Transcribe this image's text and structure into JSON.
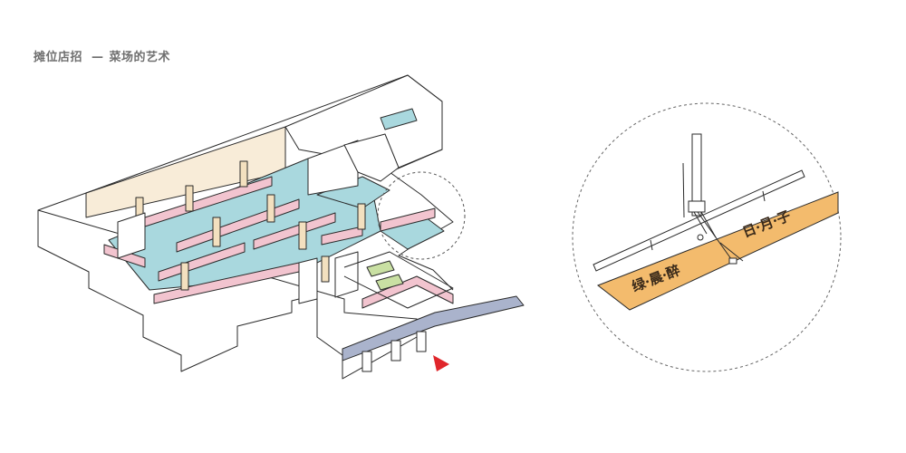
{
  "title": {
    "main": "摊位店招",
    "sep": "—",
    "sub": "菜场的艺术"
  },
  "banner": {
    "left_text": "绿·晨·醉",
    "right_text": "日·月·子"
  },
  "colors": {
    "title_text": "#6f6f6f",
    "floor_blue": "#a9d8de",
    "sign_pink": "#f2c4cf",
    "wall_beige": "#f8ecd8",
    "column_beige": "#f3e0bf",
    "corridor_grey": "#aab3cc",
    "accent_red": "#e0262b",
    "green_stall": "#c9e0a3",
    "banner_orange": "#f3bb6d",
    "line": "#2a2a2a"
  },
  "icons": [
    "direction-arrow-icon"
  ]
}
